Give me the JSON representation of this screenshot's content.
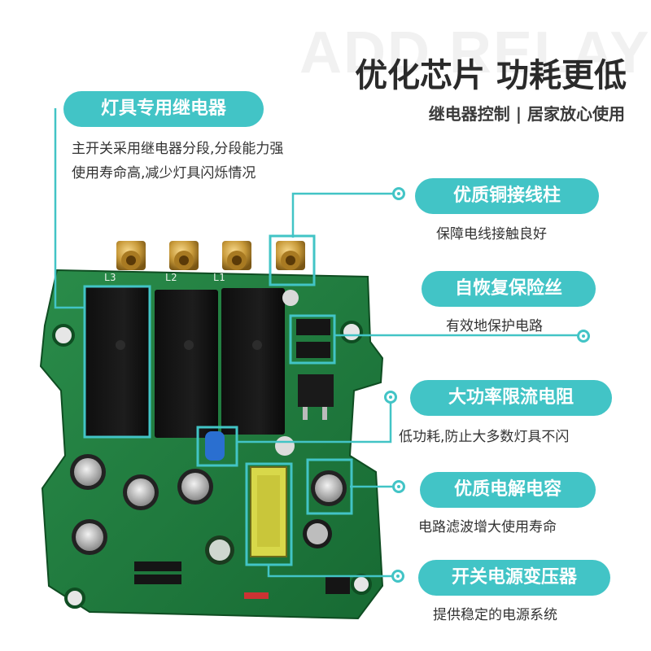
{
  "watermark": "ADD RELAY",
  "headline": "优化芯片 功耗更低",
  "subheadline": "继电器控制 | 居家放心使用",
  "features": [
    {
      "title": "灯具专用继电器",
      "desc_lines": [
        "主开关采用继电器分段,分段能力强",
        "使用寿命高,减少灯具闪烁情况"
      ]
    },
    {
      "title": "优质铜接线柱",
      "desc_lines": [
        "保障电线接触良好"
      ]
    },
    {
      "title": "自恢复保险丝",
      "desc_lines": [
        "有效地保护电路"
      ]
    },
    {
      "title": "大功率限流电阻",
      "desc_lines": [
        "低功耗,防止大多数灯具不闪"
      ]
    },
    {
      "title": "优质电解电容",
      "desc_lines": [
        "电路滤波增大使用寿命"
      ]
    },
    {
      "title": "开关电源变压器",
      "desc_lines": [
        "提供稳定的电源系统"
      ]
    }
  ],
  "board_silkscreen": [
    "L3",
    "L2",
    "L1"
  ],
  "colors": {
    "accent": "#42c4c6",
    "pcb": "#1f7a3e",
    "relay": "#141414",
    "brass": "#c89a3a"
  }
}
